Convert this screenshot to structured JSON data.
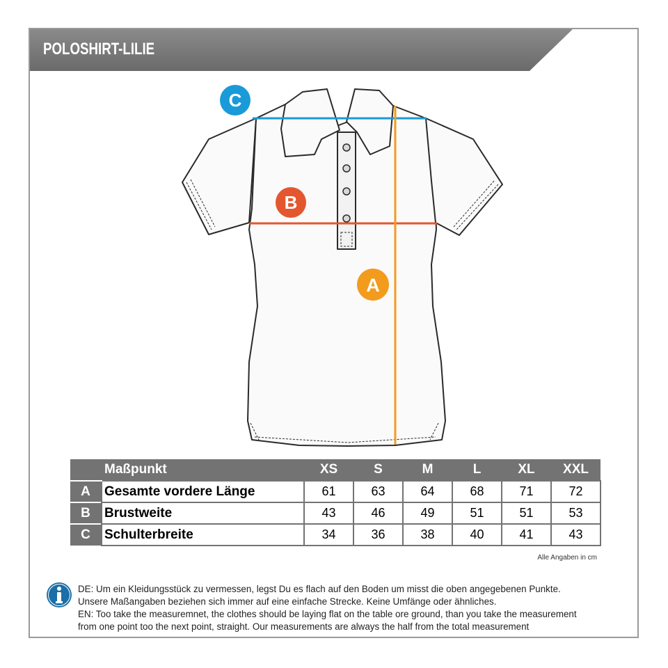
{
  "header": {
    "title": "POLOSHIRT-LILIE"
  },
  "markers": [
    {
      "letter": "A",
      "color": "#f29b1d"
    },
    {
      "letter": "B",
      "color": "#e4572e"
    },
    {
      "letter": "C",
      "color": "#1a9ad8"
    }
  ],
  "table": {
    "header_label": "Maßpunkt",
    "sizes": [
      "XS",
      "S",
      "M",
      "L",
      "XL",
      "XXL"
    ],
    "rows": [
      {
        "letter": "A",
        "name": "Gesamte vordere Länge",
        "values": [
          "61",
          "63",
          "64",
          "68",
          "71",
          "72"
        ]
      },
      {
        "letter": "B",
        "name": "Brustweite",
        "values": [
          "43",
          "46",
          "49",
          "51",
          "51",
          "53"
        ]
      },
      {
        "letter": "C",
        "name": "Schulterbreite",
        "values": [
          "34",
          "36",
          "38",
          "40",
          "41",
          "43"
        ]
      }
    ],
    "units_note": "Alle Angaben in cm"
  },
  "info": {
    "icon": "info-icon",
    "lines": [
      "DE: Um ein Kleidungsstück zu vermessen, legst Du es flach auf den Boden um misst die oben angegebenen Punkte.",
      "Unsere Maßangaben beziehen sich immer auf eine einfache Strecke. Keine Umfänge oder ähnliches.",
      "EN: Too take the measuremnet, the clothes should be laying flat on the table ore ground, than you take the measurement",
      "from one point too the next point, straight. Our measurements are always the half from the total measurement"
    ]
  },
  "colors": {
    "header_bg": "#7a7a7a",
    "frame": "#9a9a9a",
    "table_header": "#737373",
    "info_blue": "#1b6ea8"
  }
}
